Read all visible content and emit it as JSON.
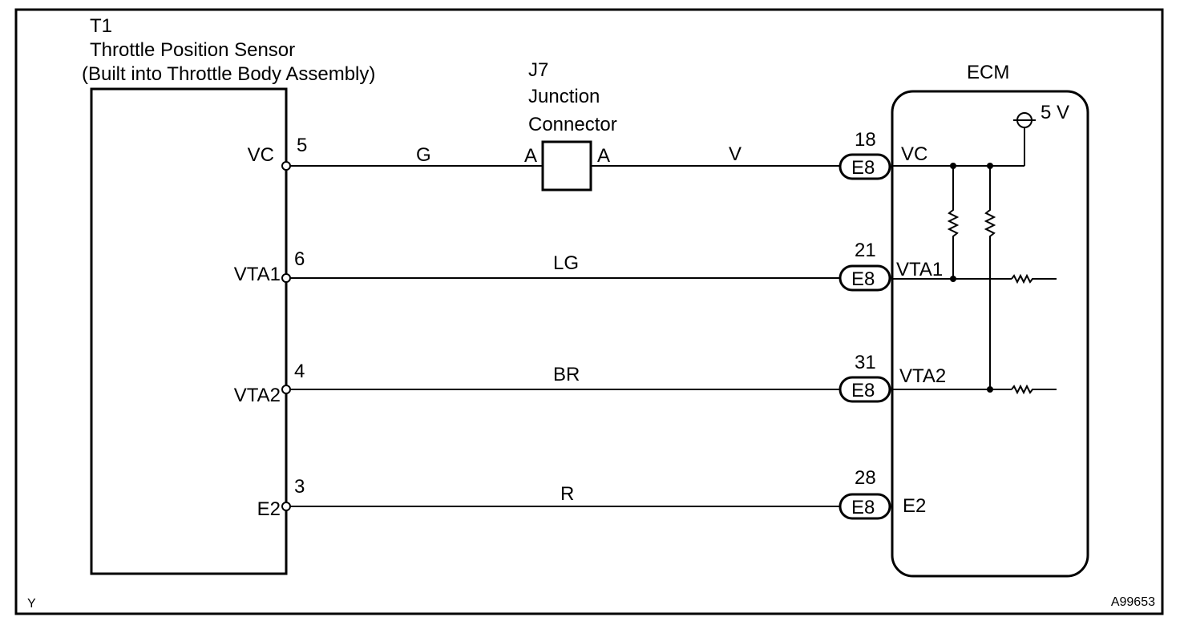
{
  "sensor": {
    "id": "T1",
    "name": "Throttle Position Sensor",
    "note": "(Built into Throttle Body Assembly)"
  },
  "junction": {
    "id": "J7",
    "line1": "Junction",
    "line2": "Connector",
    "pin_left": "A",
    "pin_right": "A"
  },
  "ecm": {
    "title": "ECM",
    "supply": "5 V"
  },
  "circuits": [
    {
      "sensor_terminal": "VC",
      "sensor_pin": "5",
      "wire_color_a": "G",
      "wire_color_b": "V",
      "ecm_pin": "18",
      "connector": "E8",
      "ecm_terminal": "VC"
    },
    {
      "sensor_terminal": "VTA1",
      "sensor_pin": "6",
      "wire_color": "LG",
      "ecm_pin": "21",
      "connector": "E8",
      "ecm_terminal": "VTA1"
    },
    {
      "sensor_terminal": "VTA2",
      "sensor_pin": "4",
      "wire_color": "BR",
      "ecm_pin": "31",
      "connector": "E8",
      "ecm_terminal": "VTA2"
    },
    {
      "sensor_terminal": "E2",
      "sensor_pin": "3",
      "wire_color": "R",
      "ecm_pin": "28",
      "connector": "E8",
      "ecm_terminal": "E2"
    }
  ],
  "footer": {
    "left_mark": "Y",
    "figure_id": "A99653"
  }
}
